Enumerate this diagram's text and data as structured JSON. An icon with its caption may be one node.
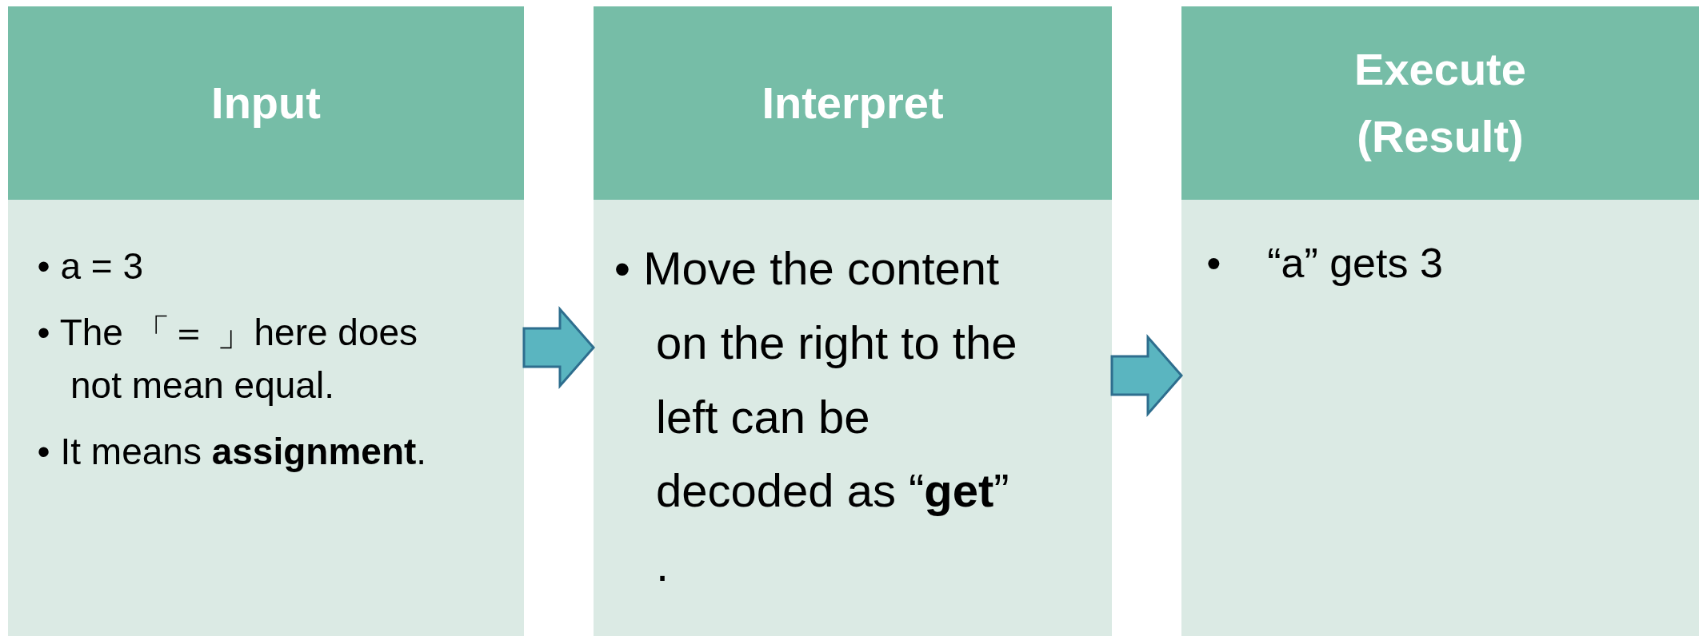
{
  "diagram": {
    "nodes": [
      {
        "text": [
          "Input",
          "• a = 3",
          "• The 「＝ 」here does not mean equal.",
          "• It means **assignment**."
        ]
      },
      {
        "text": [
          "Interpret",
          "• Move the content on the right to the left can be decoded as “**get**” ."
        ]
      },
      {
        "text": [
          "Execute (Result)",
          "•    “a” gets 3"
        ]
      }
    ],
    "edges": [
      {
        "from": 0,
        "to": 1,
        "arrow": "to"
      },
      {
        "from": 1,
        "to": 2,
        "arrow": "to"
      }
    ]
  }
}
